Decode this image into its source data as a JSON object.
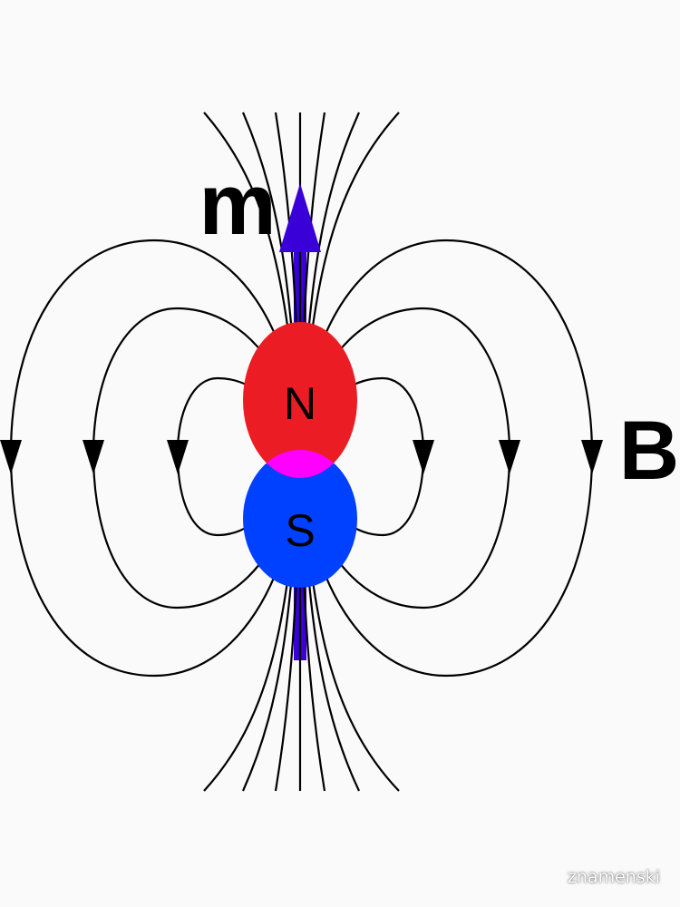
{
  "labels": {
    "moment": "m",
    "field": "B",
    "north": "N",
    "south": "S"
  },
  "watermark": "znamenski",
  "colors": {
    "north_pole": "#ec1c24",
    "south_pole": "#0040ff",
    "overlap": "#ff00ff",
    "moment_vector": "#3a00d8",
    "field_lines": "#000000",
    "background": "#fafafa"
  }
}
